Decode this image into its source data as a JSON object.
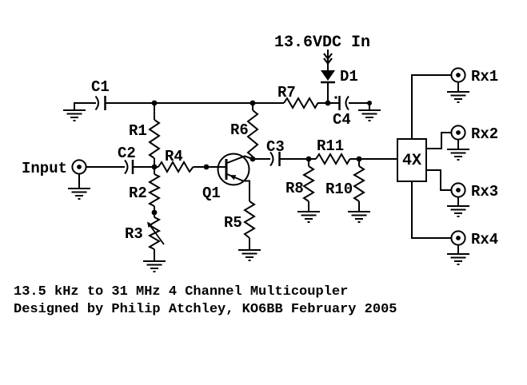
{
  "colors": {
    "background": "#ffffff",
    "ink": "#000000"
  },
  "power": {
    "label": "13.6VDC In"
  },
  "input": {
    "label": "Input"
  },
  "labels": {
    "c1": "C1",
    "c2": "C2",
    "c3": "C3",
    "c4": "C4",
    "r1": "R1",
    "r2": "R2",
    "r3": "R3",
    "r4": "R4",
    "r5": "R5",
    "r6": "R6",
    "r7": "R7",
    "r8": "R8",
    "r10": "R10",
    "r11": "R11",
    "d1": "D1",
    "q1": "Q1",
    "coupler": "4X"
  },
  "outputs": {
    "rx1": "Rx1",
    "rx2": "Rx2",
    "rx3": "Rx3",
    "rx4": "Rx4"
  },
  "caption": {
    "line1": "13.5 kHz to 31 MHz 4 Channel Multicoupler",
    "line2": "Designed by Philip Atchley, KO6BB February 2005"
  }
}
